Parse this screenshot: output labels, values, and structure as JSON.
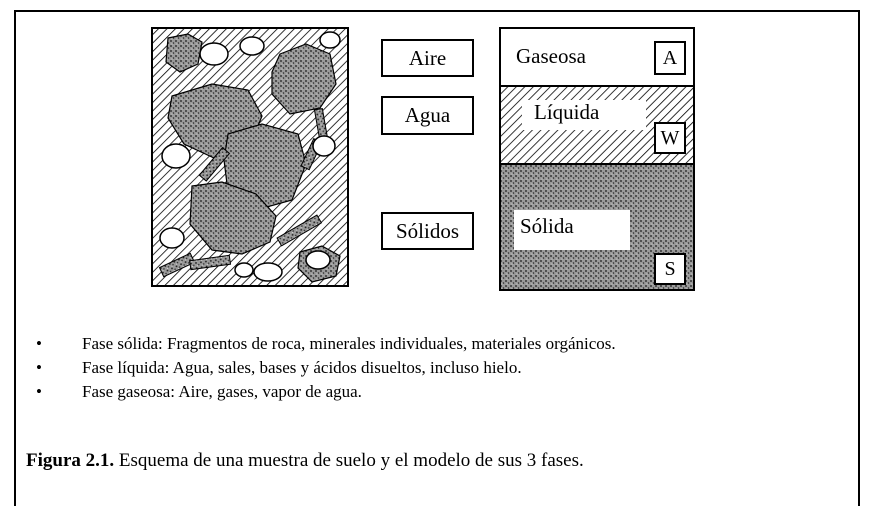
{
  "labels": {
    "air": "Aire",
    "water": "Agua",
    "solids": "Sólidos"
  },
  "phases": {
    "gas": {
      "name": "Gaseosa",
      "letter": "A"
    },
    "liquid": {
      "name": "Líquida",
      "letter": "W"
    },
    "solid": {
      "name": "Sólida",
      "letter": "S"
    }
  },
  "bullet_glyph": "•",
  "bullets": [
    "Fase sólida:  Fragmentos de roca, minerales individuales, materiales orgánicos.",
    "Fase líquida:  Agua, sales, bases y ácidos disueltos, incluso hielo.",
    "Fase gaseosa:  Aire, gases, vapor de agua."
  ],
  "caption": {
    "label": "Figura 2.1.",
    "text": " Esquema de una muestra de suelo y el modelo de sus 3 fases."
  }
}
